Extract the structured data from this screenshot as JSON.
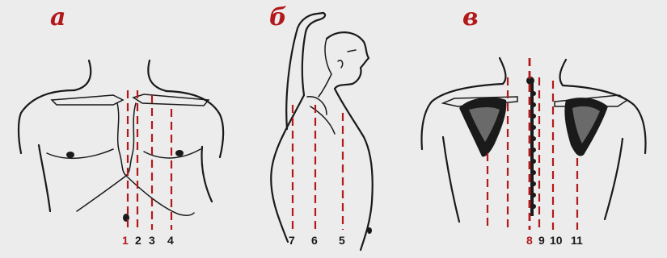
{
  "panels": {
    "a": {
      "letter": "а"
    },
    "b": {
      "letter": "б"
    },
    "c": {
      "letter": "в"
    }
  },
  "lines": {
    "l1": "1",
    "l2": "2",
    "l3": "3",
    "l4": "4",
    "l5": "5",
    "l6": "6",
    "l7": "7",
    "l8": "8",
    "l9": "9",
    "l10": "10",
    "l11": "11"
  },
  "colors": {
    "accent": "#b3191b",
    "dark": "#1a1a1a",
    "background": "#ececec"
  }
}
